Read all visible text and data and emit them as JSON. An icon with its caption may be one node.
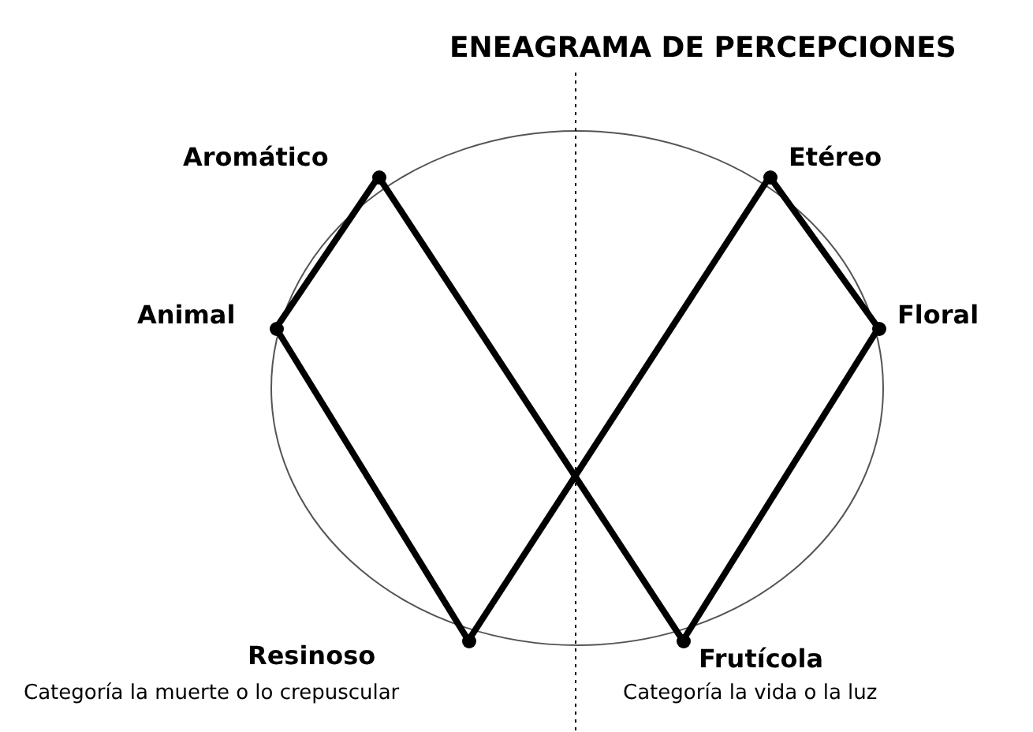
{
  "diagram": {
    "title": "ENEAGRAMA DE PERCEPCIONES",
    "nodes": [
      {
        "text": [
          "Aromático"
        ]
      },
      {
        "text": [
          "Etéreo"
        ]
      },
      {
        "text": [
          "Animal"
        ]
      },
      {
        "text": [
          "Floral"
        ]
      },
      {
        "text": [
          "Resinoso"
        ]
      },
      {
        "text": [
          "Frutícola"
        ]
      }
    ],
    "edges": [
      {
        "from": 0,
        "to": 2,
        "arrow": "none"
      },
      {
        "from": 2,
        "to": 4,
        "arrow": "none"
      },
      {
        "from": 4,
        "to": 1,
        "arrow": "none"
      },
      {
        "from": 1,
        "to": 3,
        "arrow": "none"
      },
      {
        "from": 3,
        "to": 5,
        "arrow": "none"
      },
      {
        "from": 5,
        "to": 0,
        "arrow": "none"
      }
    ],
    "labels": [
      "Categoría la muerte o lo crepuscular",
      "Categoría la vida o la luz"
    ]
  }
}
